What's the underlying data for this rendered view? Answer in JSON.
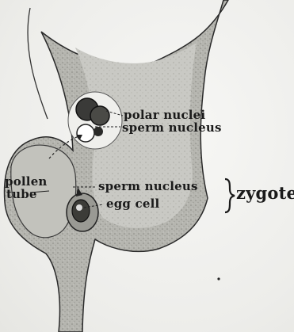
{
  "labels": {
    "polar_nuclei": "polar nuclei",
    "sperm_nucleus_upper": "sperm nucleus",
    "pollen": "pollen",
    "tube": "tube",
    "sperm_nucleus_lower": "sperm nucleus",
    "egg_cell": "egg cell",
    "zygote": "zygote"
  },
  "colors": {
    "ink": "#1a1a1a",
    "tissue": "#b3b3ad",
    "tissue_dark": "#8e8e88",
    "background": "#f2f2f0"
  }
}
